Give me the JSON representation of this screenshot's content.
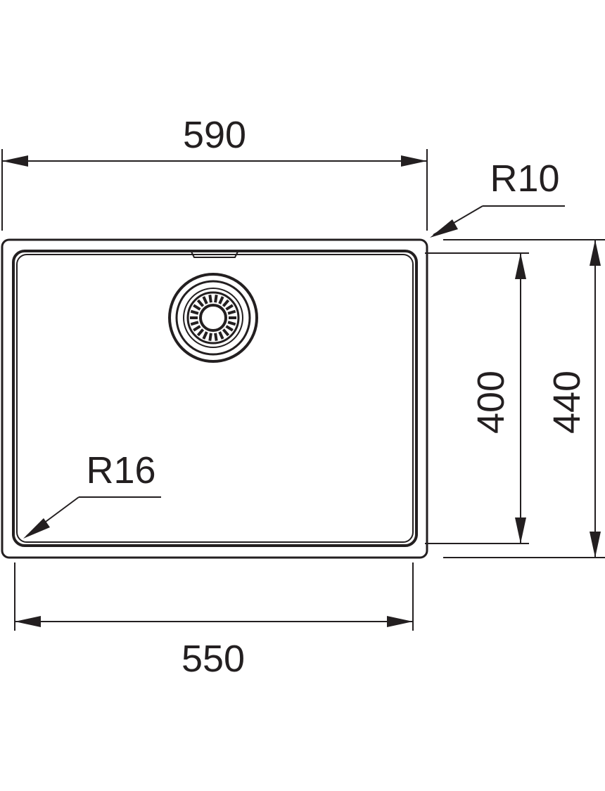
{
  "dimensions": {
    "overall_width": "590",
    "bowl_width": "550",
    "bowl_depth": "400",
    "overall_depth": "440",
    "outer_radius": "R10",
    "inner_radius": "R16"
  }
}
